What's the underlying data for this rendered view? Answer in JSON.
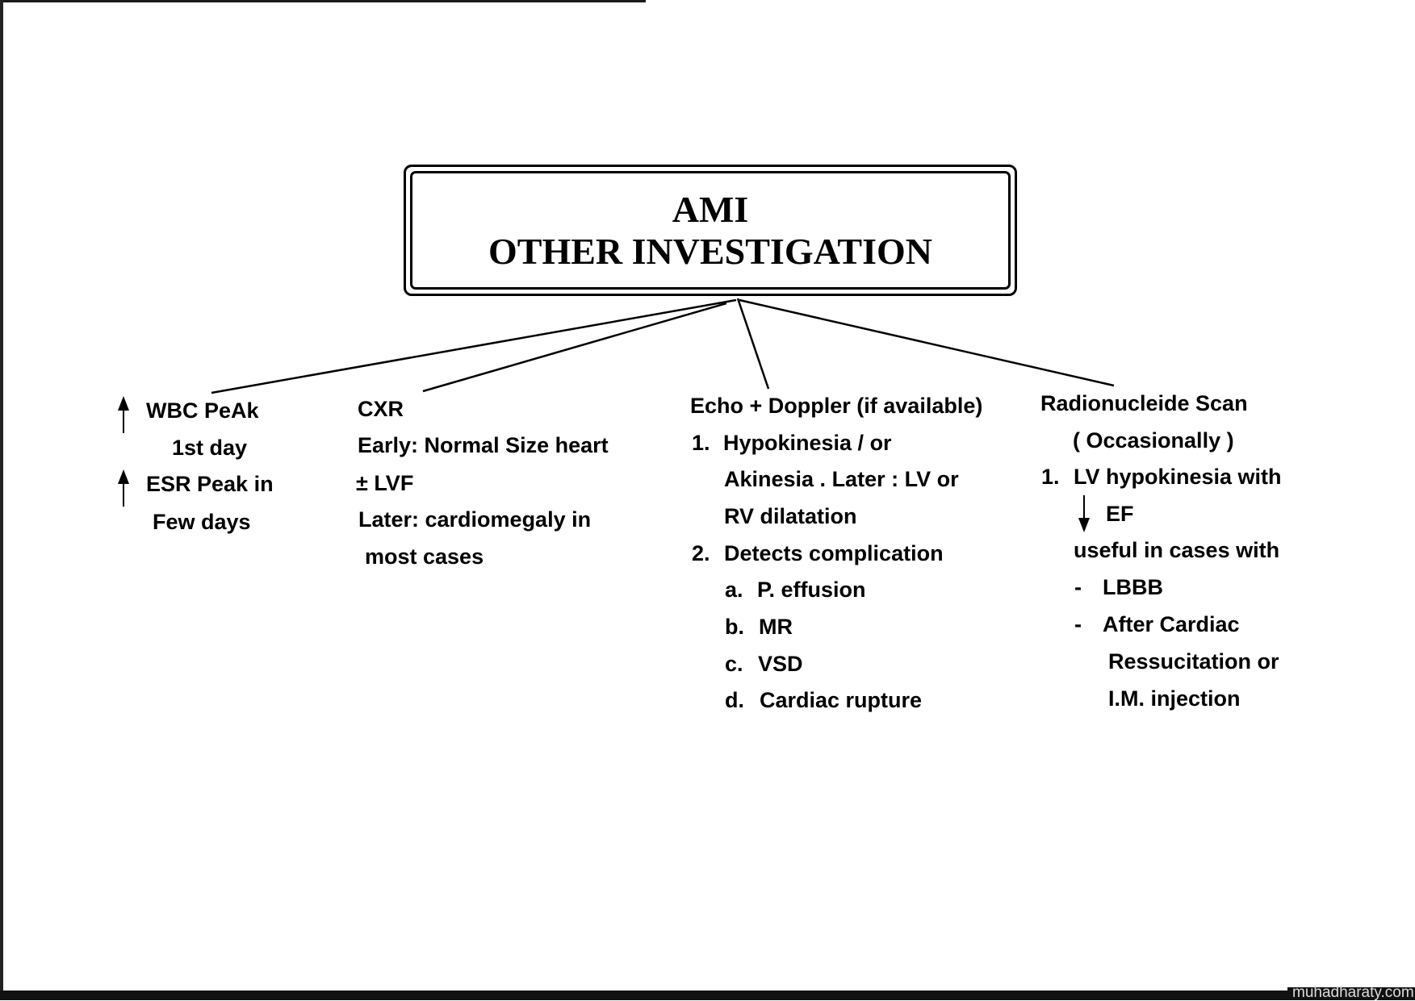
{
  "title": {
    "line1": "AMI",
    "line2": "OTHER INVESTIGATION"
  },
  "columns": {
    "wbc": {
      "line1": "WBC PeAk",
      "line2": "1st day",
      "line3": "ESR Peak in",
      "line4": "Few days"
    },
    "cxr": {
      "heading": "CXR",
      "line1": "Early: Normal Size heart",
      "line2": "± LVF",
      "line3": "Later:  cardiomegaly in",
      "line4": "most cases"
    },
    "echo": {
      "heading": "Echo + Doppler (if available)",
      "item1_num": "1.",
      "item1_line1": "Hypokinesia / or",
      "item1_line2": "Akinesia . Later : LV  or",
      "item1_line3": "RV  dilatation",
      "item2_num": "2.",
      "item2_line1": "Detects complication",
      "sub": [
        {
          "letter": "a.",
          "text": "P. effusion"
        },
        {
          "letter": "b.",
          "text": "MR"
        },
        {
          "letter": "c.",
          "text": "VSD"
        },
        {
          "letter": "d.",
          "text": "Cardiac rupture"
        }
      ]
    },
    "radio": {
      "heading": "Radionucleide Scan",
      "subheading": "( Occasionally )",
      "item1_num": "1.",
      "item1_line1": "LV  hypokinesia with",
      "item1_line2": "EF",
      "useful": "useful in cases with",
      "bullet": "-",
      "b1": "LBBB",
      "b2_line1": "After Cardiac",
      "b2_line2": "Ressucitation or",
      "b2_line3": "I.M. injection"
    }
  },
  "watermark": "muhadharaty.com"
}
